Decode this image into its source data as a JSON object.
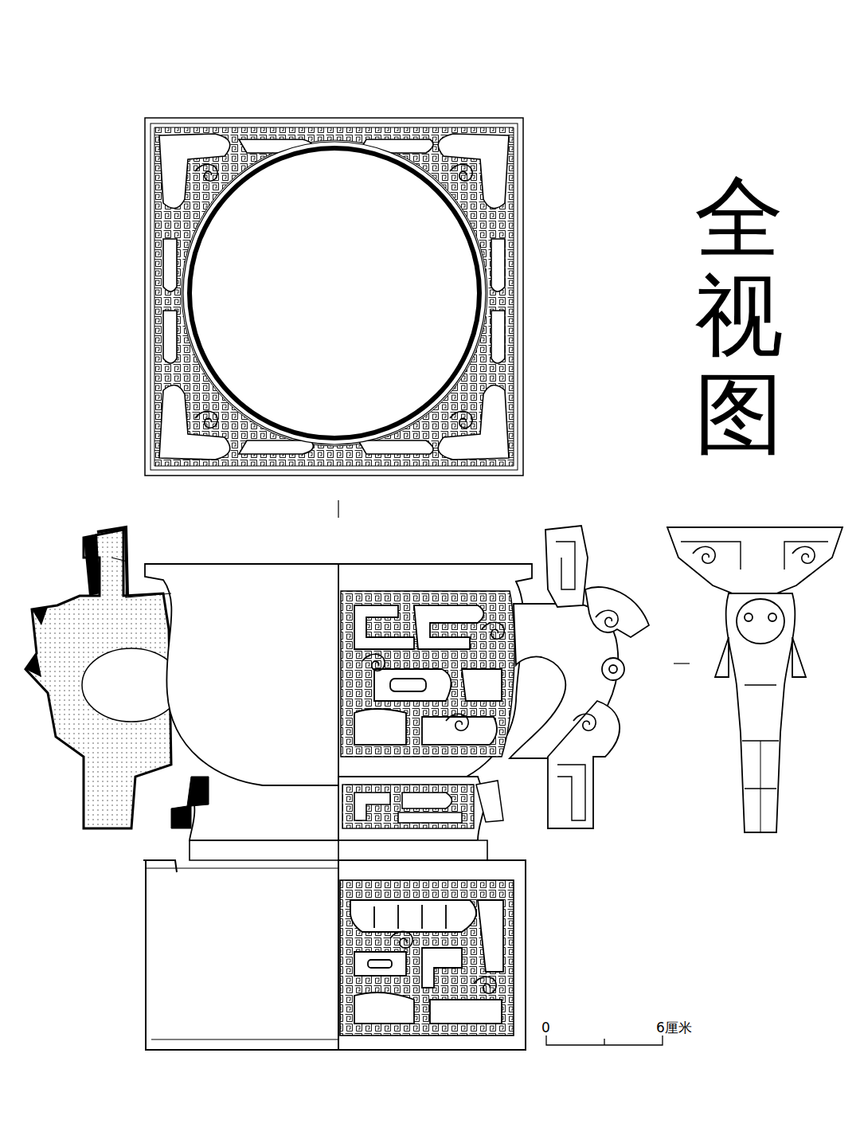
{
  "diagram": {
    "title": "全视图",
    "labels": [
      "0",
      "6厘米"
    ]
  }
}
